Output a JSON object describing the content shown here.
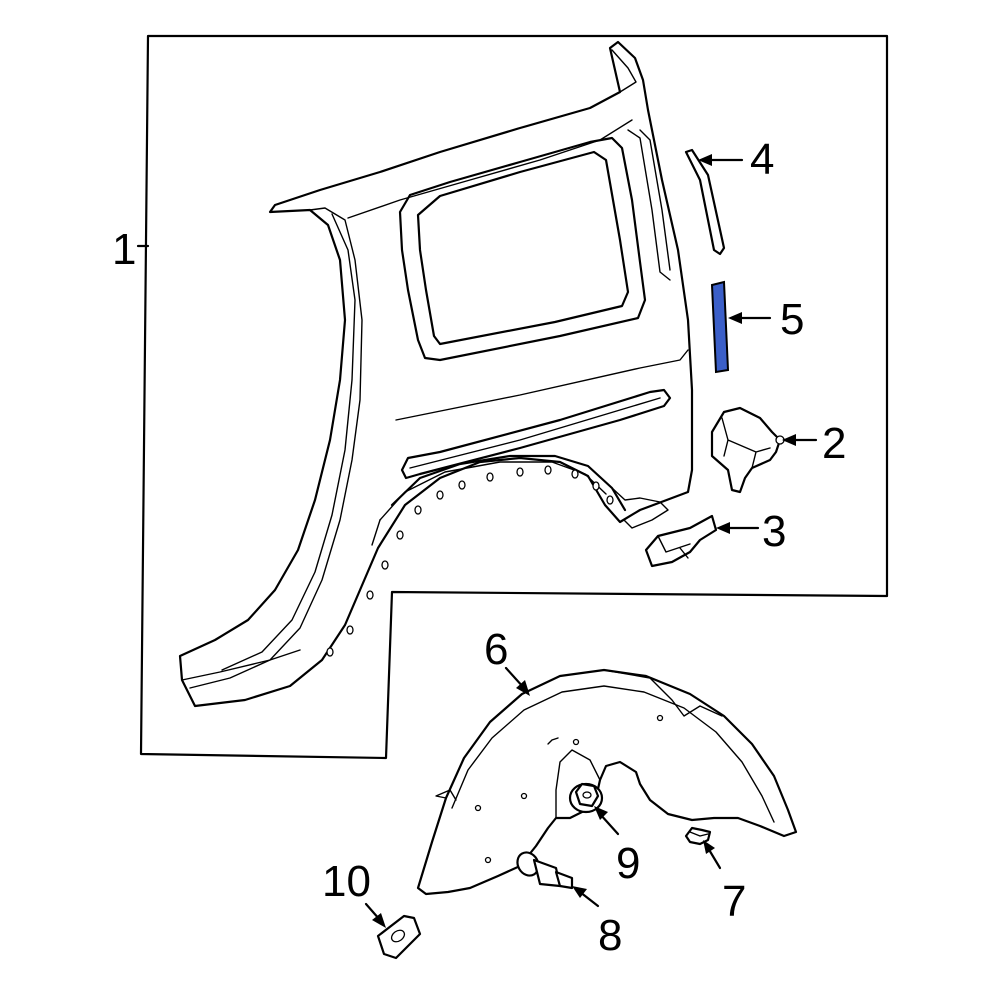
{
  "callouts": {
    "c1": "1",
    "c2": "2",
    "c3": "3",
    "c4": "4",
    "c5": "5",
    "c6": "6",
    "c7": "7",
    "c8": "8",
    "c9": "9",
    "c10": "10"
  },
  "colors": {
    "highlight": "#3b5fc8",
    "line": "#000000",
    "background": "#ffffff"
  }
}
